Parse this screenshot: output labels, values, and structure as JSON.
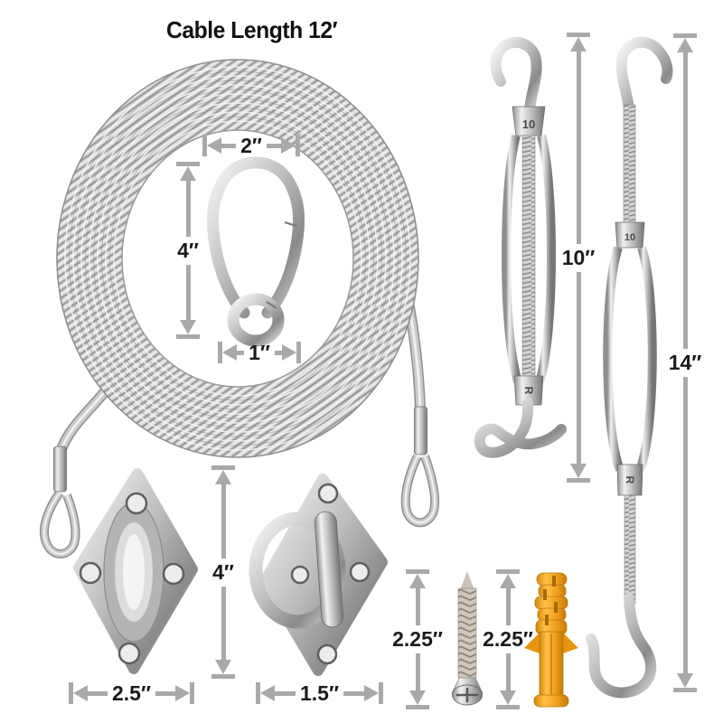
{
  "title": "Cable Length 12′",
  "colors": {
    "background": "#ffffff",
    "dimension_gray": "#a9a9a9",
    "label_text": "#1a1a1a",
    "metal_silver": "#c9c9c9",
    "anchor_yellow": "#f5a11c"
  },
  "dimensions": {
    "carabiner_width": {
      "label": "2″"
    },
    "carabiner_length": {
      "label": "4″"
    },
    "carabiner_eye_width": {
      "label": "1″"
    },
    "turnbuckle_small_length": {
      "label": "10″"
    },
    "turnbuckle_large_length": {
      "label": "14″"
    },
    "pad_plate_height": {
      "label": "4″"
    },
    "pad_plate_width": {
      "label": "2.5″"
    },
    "eye_plate_width": {
      "label": "1.5″"
    },
    "screw_length": {
      "label": "2.25″"
    },
    "anchor_length": {
      "label": "2.25″"
    }
  },
  "stamps": {
    "turnbuckle_small_size": "10",
    "turnbuckle_large_size": "10",
    "turnbuckle_small_mark": "R",
    "turnbuckle_large_mark": "R"
  }
}
